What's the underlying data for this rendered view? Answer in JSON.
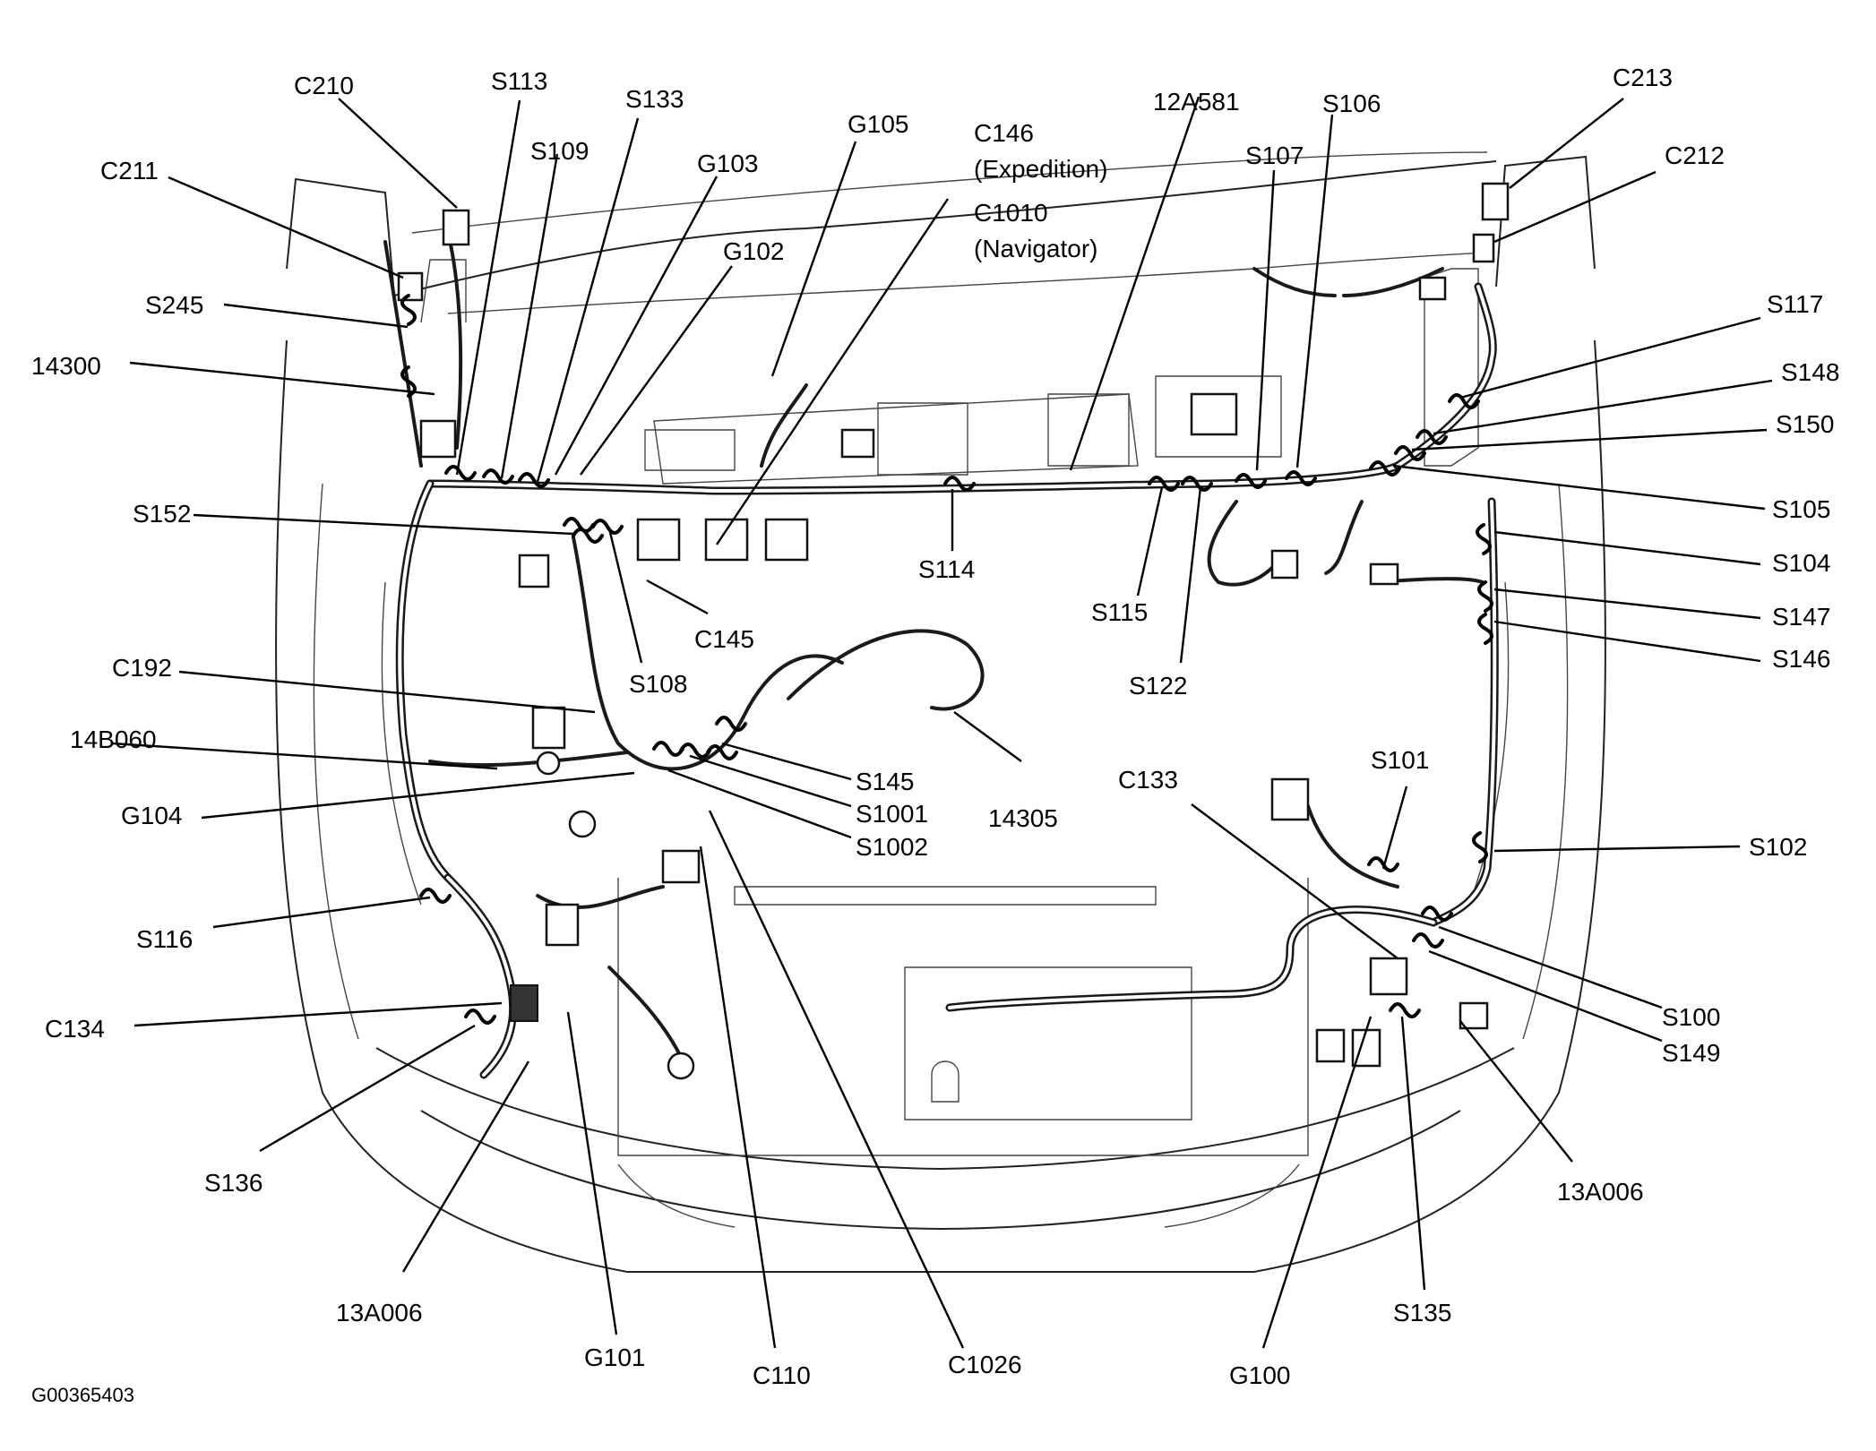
{
  "figure_id": "G00365403",
  "labels": {
    "C210": "C210",
    "S113": "S113",
    "S133": "S133",
    "G105": "G105",
    "C146": "C146",
    "C146_note": "(Expedition)",
    "C1010": "C1010",
    "C1010_note": "(Navigator)",
    "L12A581": "12A581",
    "S106": "S106",
    "C213": "C213",
    "C211": "C211",
    "S109": "S109",
    "G103": "G103",
    "S107": "S107",
    "C212": "C212",
    "G102": "G102",
    "S245": "S245",
    "S117": "S117",
    "L14300": "14300",
    "S148": "S148",
    "S150": "S150",
    "S152": "S152",
    "S105": "S105",
    "S114": "S114",
    "S104": "S104",
    "C145": "C145",
    "S115": "S115",
    "S147": "S147",
    "S108": "S108",
    "S146": "S146",
    "C192": "C192",
    "S122": "S122",
    "L14B060": "14B060",
    "S145": "S145",
    "S101": "S101",
    "C133": "C133",
    "S1001": "S1001",
    "G104": "G104",
    "L14305": "14305",
    "S1002": "S1002",
    "S102": "S102",
    "S116": "S116",
    "S100": "S100",
    "C134": "C134",
    "S149": "S149",
    "S136": "S136",
    "L13A006_right": "13A006",
    "L13A006_left": "13A006",
    "S135": "S135",
    "G101": "G101",
    "C110": "C110",
    "C1026": "C1026",
    "G100": "G100"
  }
}
